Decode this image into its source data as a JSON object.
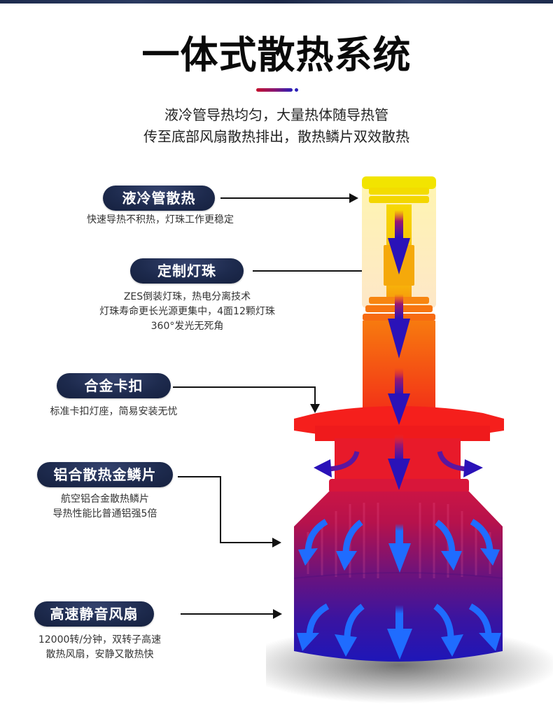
{
  "header": {
    "title": "一体式散热系统",
    "subtitle_line1": "液冷管导热均匀，大量热体随导热管",
    "subtitle_line2": "传至底部风扇散热排出，散热鳞片双效散热"
  },
  "colors": {
    "pill_bg": "#1d2a4d",
    "accent_red": "#c4112e",
    "accent_blue": "#2b1fb8",
    "heat_yellow": "#f5e000",
    "heat_orange": "#f7790f",
    "heat_red": "#f21c1c",
    "cool_purple": "#5a168a",
    "cool_blue": "#2216b8",
    "airflow_blue": "#1f6cff",
    "flow_arrow": "#2a12b8"
  },
  "features": [
    {
      "label": "液冷管散热",
      "desc": [
        "快速导热不积热，灯珠工作更稳定"
      ]
    },
    {
      "label": "定制灯珠",
      "desc": [
        "ZES倒装灯珠，热电分离技术",
        "灯珠寿命更长光源更集中，4面12颗灯珠",
        "360°发光无死角"
      ]
    },
    {
      "label": "合金卡扣",
      "desc": [
        "标准卡扣灯座，简易安装无忧"
      ]
    },
    {
      "label": "铝合散热金鳞片",
      "desc": [
        "航空铝合金散热鳞片",
        "导热性能比普通铝强5倍"
      ]
    },
    {
      "label": "高速静音风扇",
      "desc": [
        "12000转/分钟，双转子高速",
        "散热风扇，安静又散热快"
      ]
    }
  ],
  "illustration": {
    "subject": "led-headlight-bulb-cutaway",
    "icons": [
      "heat-flow-arrow-icon",
      "airflow-arrow-icon"
    ]
  }
}
